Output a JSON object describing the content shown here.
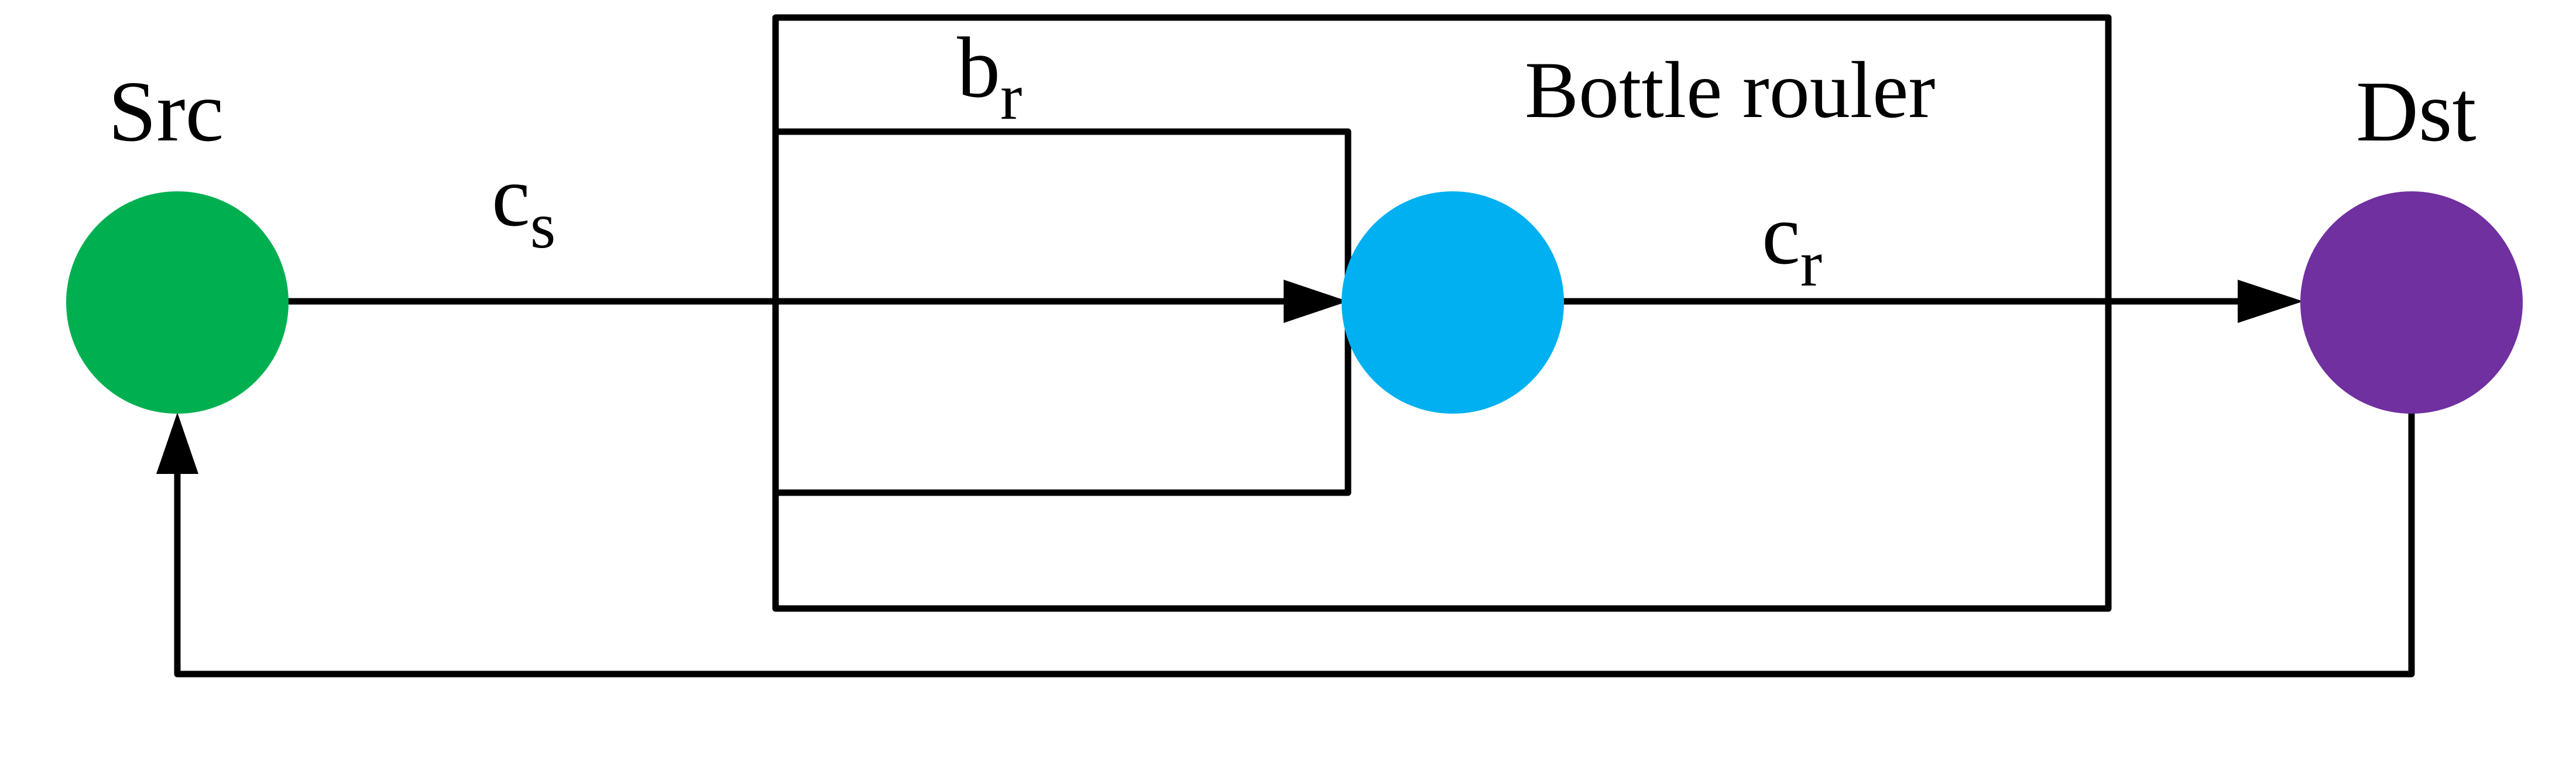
{
  "nodes": {
    "src": {
      "label": "Src",
      "color": "#00B050"
    },
    "router": {
      "label": "",
      "color": "#00B0F0"
    },
    "dst": {
      "label": "Dst",
      "color": "#7030A0"
    }
  },
  "router_box": {
    "title": "Bottle rouler"
  },
  "links": {
    "cs": {
      "main": "c",
      "sub": "s"
    },
    "cr": {
      "main": "c",
      "sub": "r"
    }
  },
  "buffer": {
    "main": "b",
    "sub": "r"
  },
  "colors": {
    "stroke": "#000000",
    "background": "#FFFFFF"
  }
}
